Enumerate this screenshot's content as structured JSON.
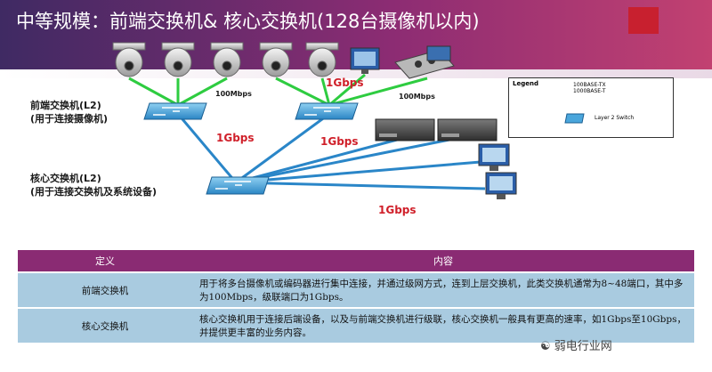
{
  "title": "中等规模：前端交换机& 核心交换机(128台摄像机以内)",
  "diagram": {
    "front_switch_label_1": "前端交换机(L2)",
    "front_switch_label_2": "(用于连接摄像机)",
    "core_switch_label_1": "核心交换机(L2)",
    "core_switch_label_2": "(用于连接交换机及系统设备)",
    "speed_100_a": "100Mbps",
    "speed_100_b": "100Mbps",
    "speed_1g_a": "1Gbps",
    "speed_1g_b": "1Gbps",
    "speed_1g_c": "1Gbps",
    "speed_1g_d": "1Gbps"
  },
  "legend": {
    "title": "Legend",
    "item1": "100BASE-TX",
    "item2": "1000BASE-T",
    "item3": "Layer 2 Switch",
    "colors": {
      "green": "#2ecc40",
      "blue": "#1a2fd0",
      "link_blue": "#2a86c8",
      "red": "#d0202a"
    }
  },
  "table": {
    "header_col1": "定义",
    "header_col2": "内容",
    "rows": [
      {
        "term": "前端交换机",
        "desc": "用于将多台摄像机或编码器进行集中连接，并通过级网方式，连到上层交换机，此类交换机通常为8~48端口，其中多为100Mbps，级联端口为1Gbps。"
      },
      {
        "term": "核心交换机",
        "desc": "核心交换机用于连接后端设备，以及与前端交换机进行级联，核心交换机一般具有更高的速率，如1Gbps至10Gbps，并提供更丰富的业务内容。"
      }
    ]
  },
  "watermark": "弱电行业网"
}
